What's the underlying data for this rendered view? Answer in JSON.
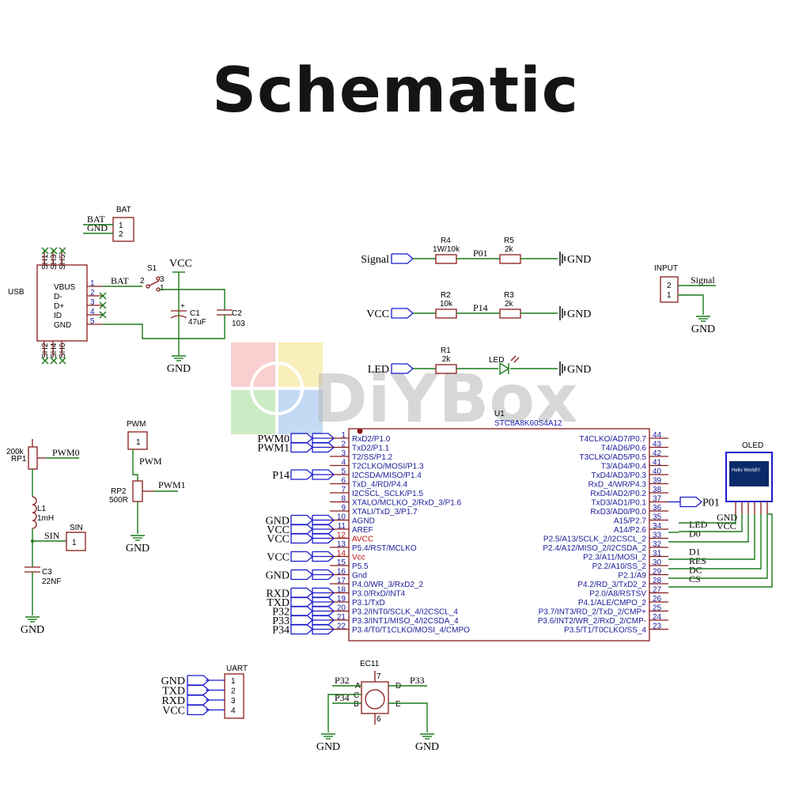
{
  "title": "Schematic",
  "watermark": "DiYBox",
  "battery": {
    "ref": "BAT",
    "nets": [
      "BAT",
      "GND"
    ],
    "pins": [
      "1",
      "2"
    ]
  },
  "usb": {
    "ref": "USB",
    "pins": [
      "VBUS",
      "D-",
      "D+",
      "ID",
      "GND"
    ],
    "pin_nums": [
      "1",
      "2",
      "3",
      "4",
      "5"
    ],
    "shield_top": [
      "SH1",
      "SH3",
      "SH5"
    ],
    "shield_bottom": [
      "SH2",
      "SH4",
      "SH6"
    ]
  },
  "switch": {
    "ref": "S1",
    "net": "BAT",
    "pins": [
      "2",
      "3",
      "1"
    ]
  },
  "power": {
    "vcc": "VCC",
    "gnd": "GND"
  },
  "caps": [
    {
      "ref": "C1",
      "value": "47uF"
    },
    {
      "ref": "C2",
      "value": "103"
    }
  ],
  "signal_rows": [
    {
      "input": "Signal",
      "r1": "R4",
      "r1v": "1W/10k",
      "mid": "P01",
      "r2": "R5",
      "r2v": "2k",
      "out": "GND"
    },
    {
      "input": "VCC",
      "r1": "R2",
      "r1v": "10k",
      "mid": "P14",
      "r2": "R3",
      "r2v": "2k",
      "out": "GND"
    },
    {
      "input": "LED",
      "r1": "R1",
      "r1v": "2k",
      "mid": "LED",
      "out": "GND"
    }
  ],
  "input_conn": {
    "ref": "INPUT",
    "pins": [
      "2",
      "1"
    ],
    "net": "Signal",
    "gnd": "GND"
  },
  "rc": {
    "rp1": "RP1",
    "rp1v": "200k",
    "net": "PWM0",
    "l1": "L1",
    "l1v": "1mH",
    "sin": "SIN",
    "c3": "C3",
    "c3v": "22NF",
    "gnd": "GND"
  },
  "pwm_conn": {
    "ref": "PWM",
    "pin": "1",
    "net": "PWM",
    "rp2": "RP2",
    "rp2v": "500R",
    "out": "PWM1",
    "gnd": "GND"
  },
  "mcu": {
    "ref": "U1",
    "part": "STC8A8K60S4A12",
    "left_pins": [
      {
        "n": "1",
        "name": "RxD2/P1.0"
      },
      {
        "n": "2",
        "name": "TxD2/P1.1"
      },
      {
        "n": "3",
        "name": "T2/SS/P1.2"
      },
      {
        "n": "4",
        "name": "T2CLKO/MOSI/P1.3"
      },
      {
        "n": "5",
        "name": "I2CSDA/MISO/P1.4"
      },
      {
        "n": "6",
        "name": "TxD_4/RD/P4.4"
      },
      {
        "n": "7",
        "name": "I2CSCL_SCLK/P1.5"
      },
      {
        "n": "8",
        "name": "XTALO/MCLKO_2/RxD_3/P1.6"
      },
      {
        "n": "9",
        "name": "XTALI/TxD_3/P1.7"
      },
      {
        "n": "10",
        "name": "AGND"
      },
      {
        "n": "11",
        "name": "AREF"
      },
      {
        "n": "12",
        "name": "AVCC",
        "red": true
      },
      {
        "n": "13",
        "name": "P5.4/RST/MCLKO"
      },
      {
        "n": "14",
        "name": "Vcc",
        "red": true
      },
      {
        "n": "15",
        "name": "P5.5"
      },
      {
        "n": "16",
        "name": "Gnd"
      },
      {
        "n": "17",
        "name": "P4.0/WR_3/RxD2_2"
      },
      {
        "n": "18",
        "name": "P3.0/RxD/INT4"
      },
      {
        "n": "19",
        "name": "P3.1/TxD"
      },
      {
        "n": "20",
        "name": "P3.2/INT0/SCLK_4/I2CSCL_4"
      },
      {
        "n": "21",
        "name": "P3.3/INT1/MISO_4/I2CSDA_4"
      },
      {
        "n": "22",
        "name": "P3.4/T0/T1CLKO/MOSI_4/CMPO"
      }
    ],
    "right_pins": [
      {
        "n": "44",
        "name": "T4CLKO/AD7/P0.7"
      },
      {
        "n": "43",
        "name": "T4/AD6/P0.6"
      },
      {
        "n": "42",
        "name": "T3CLKO/AD5/P0.5"
      },
      {
        "n": "41",
        "name": "T3/AD4/P0.4"
      },
      {
        "n": "40",
        "name": "TxD4/AD3/P0.3"
      },
      {
        "n": "39",
        "name": "RxD_4/WR/P4.3"
      },
      {
        "n": "38",
        "name": "RxD4/AD2/P0.2"
      },
      {
        "n": "37",
        "name": "TxD3/AD1/P0.1"
      },
      {
        "n": "36",
        "name": "RxD3/AD0/P0.0"
      },
      {
        "n": "35",
        "name": "A15/P2.7"
      },
      {
        "n": "34",
        "name": "A14/P2.6"
      },
      {
        "n": "33",
        "name": "P2.5/A13/SCLK_2/I2CSCL_2"
      },
      {
        "n": "32",
        "name": "P2.4/A12/MISO_2/I2CSDA_2"
      },
      {
        "n": "31",
        "name": "P2.3/A11/MOSI_2"
      },
      {
        "n": "30",
        "name": "P2.2/A10/SS_2"
      },
      {
        "n": "29",
        "name": "P2.1/A9"
      },
      {
        "n": "28",
        "name": "P4.2/RD_3/TxD2_2"
      },
      {
        "n": "27",
        "name": "P2.0/A8/RSTSV"
      },
      {
        "n": "26",
        "name": "P4.1/ALE/CMPO_2"
      },
      {
        "n": "25",
        "name": "P3.7/INT3/RD_2/TxD_2/CMP+"
      },
      {
        "n": "24",
        "name": "P3.6/INT2/WR_2/RxD_2/CMP-"
      },
      {
        "n": "23",
        "name": "P3.5/T1/T0CLKO/SS_4"
      }
    ],
    "left_nets": [
      {
        "row": 0,
        "net": "PWM0"
      },
      {
        "row": 1,
        "net": "PWM1"
      },
      {
        "row": 4,
        "net": "P14"
      },
      {
        "row": 9,
        "net": "GND"
      },
      {
        "row": 10,
        "net": "VCC"
      },
      {
        "row": 11,
        "net": "VCC"
      },
      {
        "row": 13,
        "net": "VCC"
      },
      {
        "row": 15,
        "net": "GND"
      },
      {
        "row": 17,
        "net": "RXD"
      },
      {
        "row": 18,
        "net": "TXD"
      },
      {
        "row": 19,
        "net": "P32"
      },
      {
        "row": 20,
        "net": "P33"
      },
      {
        "row": 21,
        "net": "P34"
      }
    ],
    "right_nets": [
      {
        "row": 7,
        "net": "P01",
        "flag": true
      },
      {
        "row": 10,
        "net": "LED"
      },
      {
        "row": 11,
        "net": "D0"
      },
      {
        "row": 13,
        "net": "D1"
      },
      {
        "row": 14,
        "net": "RES"
      },
      {
        "row": 15,
        "net": "DC"
      },
      {
        "row": 16,
        "net": "CS"
      }
    ]
  },
  "oled": {
    "label": "OLED",
    "screen_text": "Hello World!!!",
    "nets": [
      "GND",
      "VCC"
    ]
  },
  "uart": {
    "ref": "UART",
    "nets": [
      "GND",
      "TXD",
      "RXD",
      "VCC"
    ],
    "pins": [
      "1",
      "2",
      "3",
      "4"
    ]
  },
  "encoder": {
    "ref": "EC11",
    "pins": [
      "A",
      "B",
      "C",
      "D",
      "E",
      "6",
      "7"
    ],
    "nets": [
      "P32",
      "P34",
      "P33"
    ],
    "gnd": [
      "GND",
      "GND"
    ]
  }
}
